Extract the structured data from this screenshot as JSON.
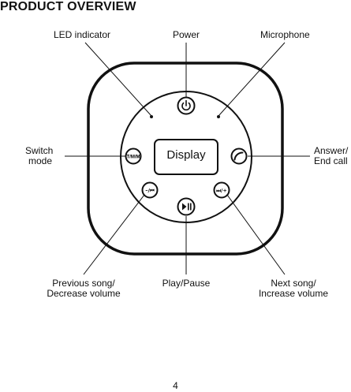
{
  "heading": "PRODUCT OVERVIEW",
  "labels": {
    "led": "LED indicator",
    "power": "Power",
    "mic": "Microphone",
    "switch1": "Switch",
    "switch2": "mode",
    "answer1": "Answer/",
    "answer2": "End call",
    "prev1": "Previous song/",
    "prev2": "Decrease volume",
    "play": "Play/Pause",
    "next1": "Next song/",
    "next2": "Increase volume"
  },
  "buttons": {
    "mode": "T/M/M",
    "prev": "–/⏮",
    "next": "⏭/+",
    "display": "Display"
  },
  "icons": {
    "power": "power-icon",
    "phone": "phone-icon",
    "play_pause": "play-pause-icon"
  },
  "page_number": "4"
}
